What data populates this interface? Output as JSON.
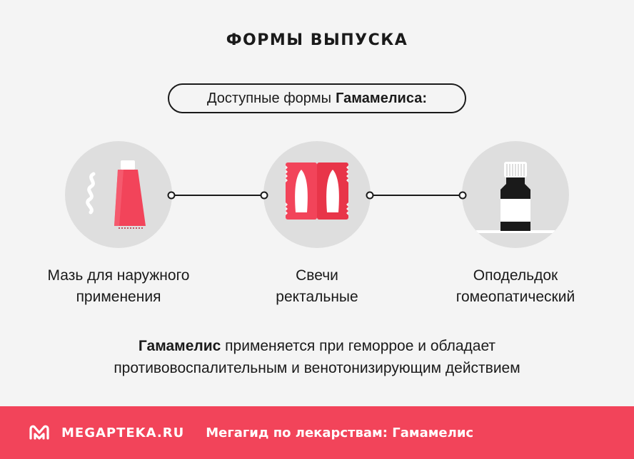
{
  "header": {
    "title": "ФОРМЫ ВЫПУСКА"
  },
  "pill": {
    "text": "Доступные формы",
    "bold": "Гамамелиса:"
  },
  "forms": [
    {
      "line1": "Мазь для наружного",
      "line2": "применения",
      "icon": "ointment-tube-icon"
    },
    {
      "line1": "Свечи",
      "line2": "ректальные",
      "icon": "suppositories-icon"
    },
    {
      "line1": "Оподельдок",
      "line2": "гомеопатический",
      "icon": "bottle-icon"
    }
  ],
  "description": {
    "bold": "Гамамелис",
    "line1_rest": "применяется при геморрое и обладает",
    "line2": "противовоспалительным и венотонизирующим действием"
  },
  "footer": {
    "brand": "MEGAPTEKA.RU",
    "guide": "Мегагид по лекарствам: Гамамелис",
    "logo": "megapteka-logo-icon"
  },
  "colors": {
    "accent": "#f2445a",
    "background": "#f4f4f4",
    "circle": "#dedede",
    "text": "#1a1a1a"
  }
}
